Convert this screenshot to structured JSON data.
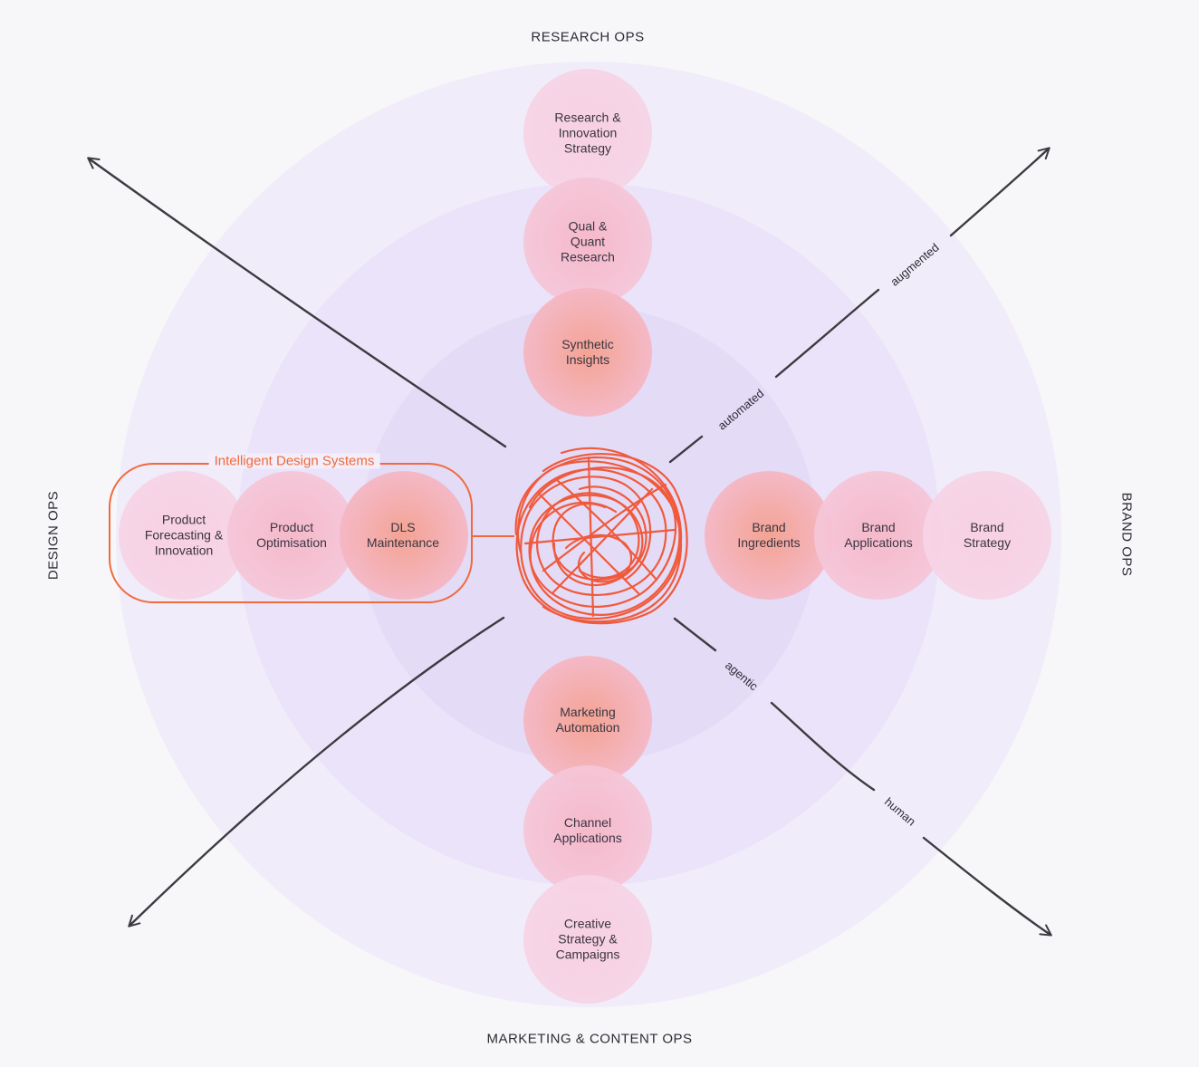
{
  "axes": {
    "top": "RESEARCH OPS",
    "bottom": "MARKETING & CONTENT OPS",
    "left": "DESIGN OPS",
    "right": "BRAND OPS"
  },
  "arrow_labels": {
    "automated": "automated",
    "augmented": "augmented",
    "agentic": "agentic",
    "human": "human"
  },
  "group": {
    "title": "Intelligent Design Systems"
  },
  "nodes": {
    "research_1": "Synthetic\nInsights",
    "research_2": "Qual &\nQuant\nResearch",
    "research_3": "Research &\nInnovation\nStrategy",
    "marketing_1": "Marketing\nAutomation",
    "marketing_2": "Channel\nApplications",
    "marketing_3": "Creative\nStrategy &\nCampaigns",
    "design_1": "DLS\nMaintenance",
    "design_2": "Product\nOptimisation",
    "design_3": "Product\nForecasting &\nInnovation",
    "brand_1": "Brand\nIngredients",
    "brand_2": "Brand\nApplications",
    "brand_3": "Brand\nStrategy"
  },
  "colors": {
    "accent": "#f05a3c",
    "ring": "#e8defa",
    "node": "#f5b8c8",
    "arrow": "#3c3a40"
  }
}
